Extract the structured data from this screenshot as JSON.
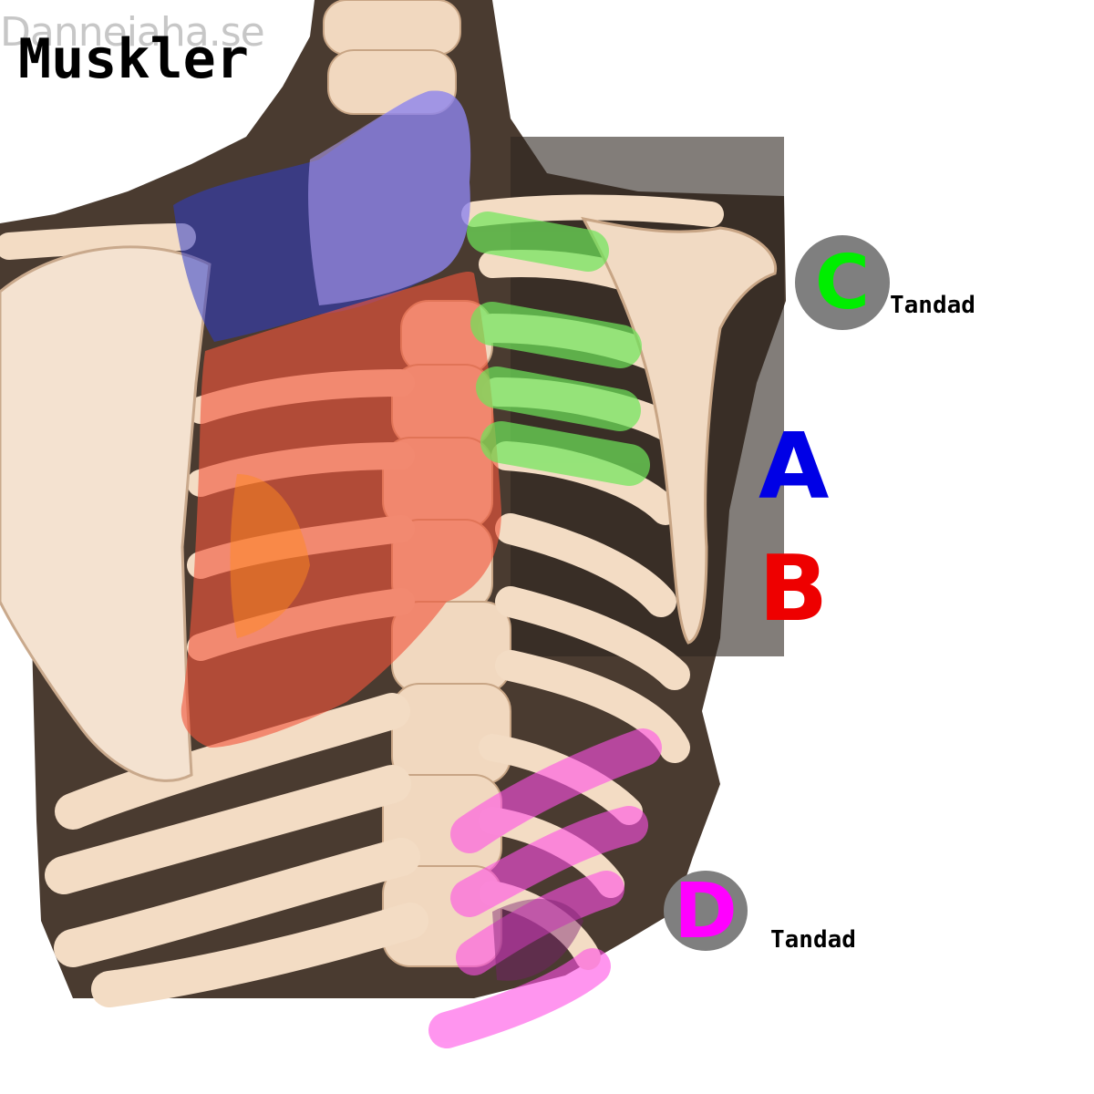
{
  "watermark": "Danneiaha.se",
  "title": "Muskler",
  "labels": {
    "a": {
      "letter": "A",
      "color": "#0000e6"
    },
    "b": {
      "letter": "B",
      "color": "#ee0000"
    },
    "c": {
      "letter": "C",
      "color": "#00ee00",
      "caption": "Tandad"
    },
    "d": {
      "letter": "D",
      "color": "#ff00ff",
      "caption": "Tandad"
    }
  },
  "colors": {
    "bone": "#f0d6bd",
    "bone_shadow": "#c9a98c",
    "background_dark": "#3a2e26",
    "region_a": "#2d3cc8",
    "region_b": "#f0553c",
    "region_c": "#6ee65a",
    "region_d": "#ff50e6"
  }
}
